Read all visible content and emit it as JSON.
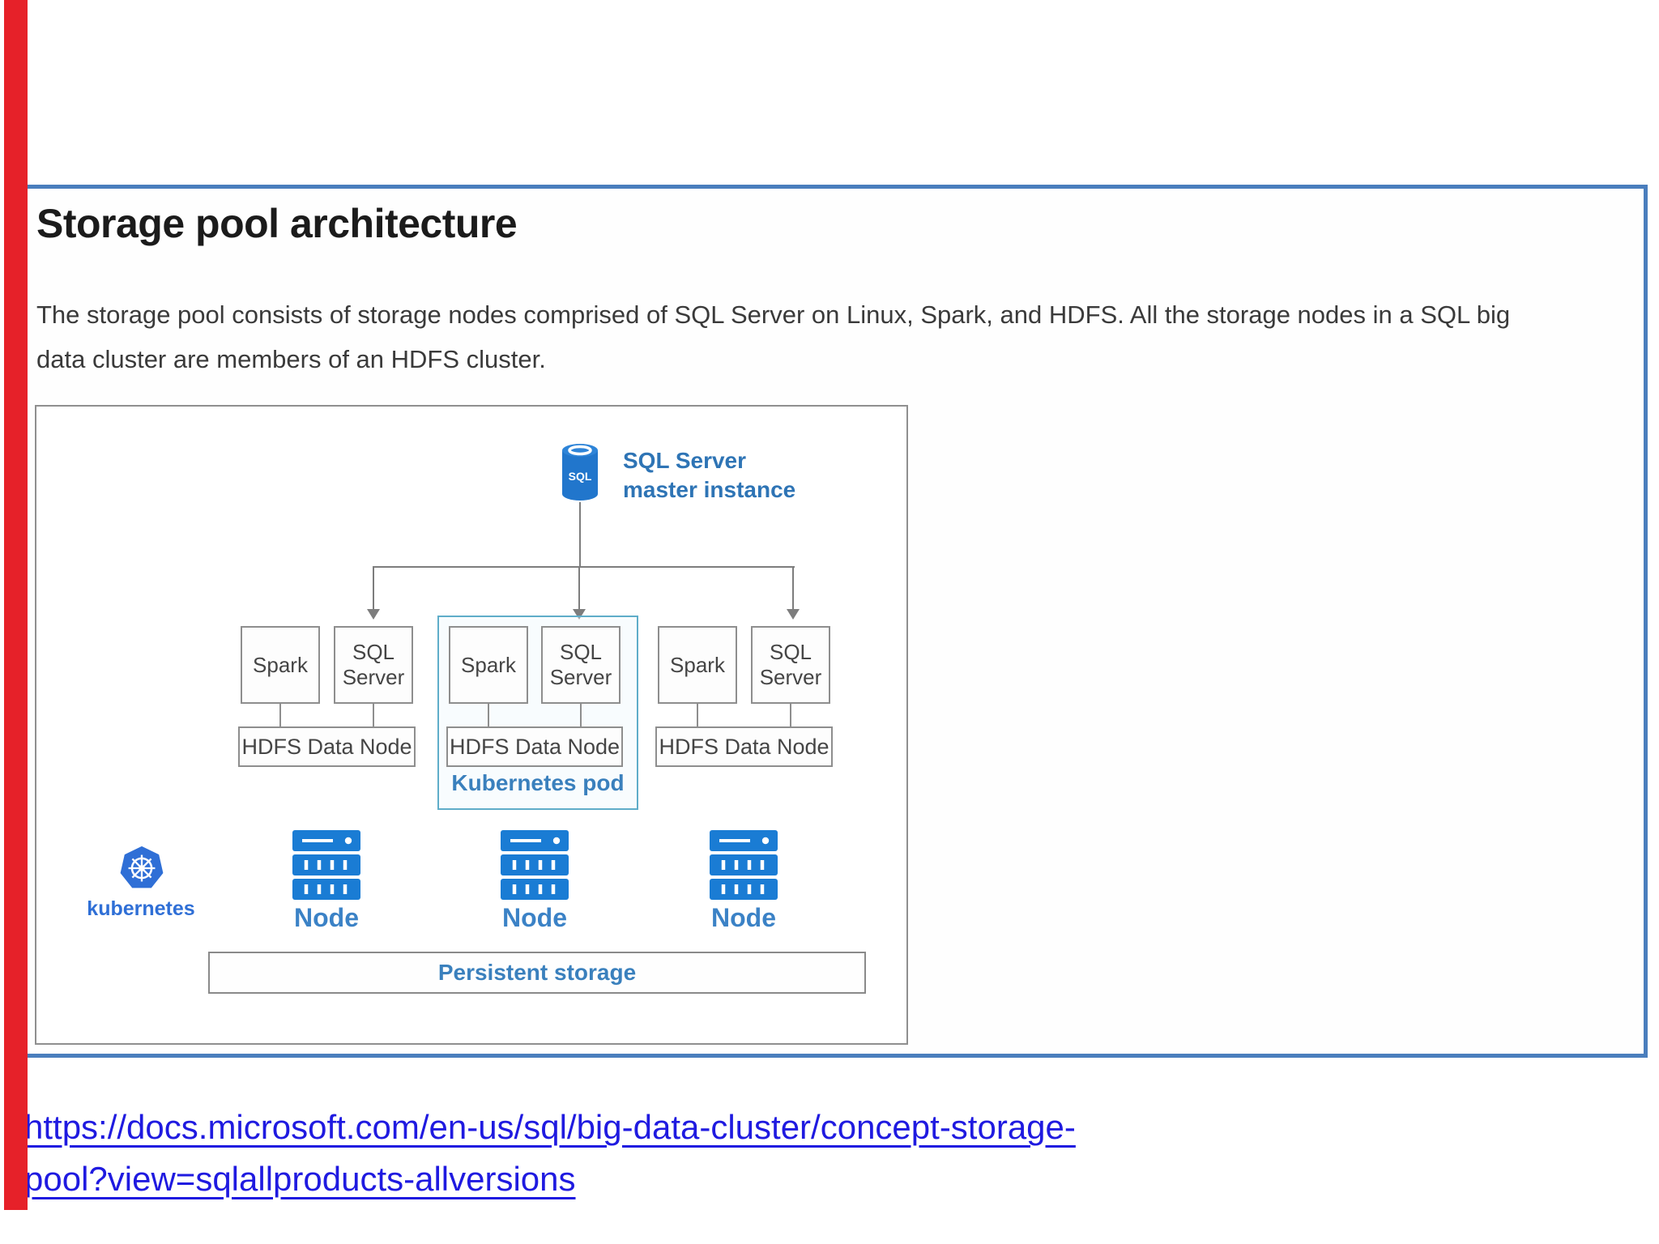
{
  "page": {
    "title": "Storage pool architecture",
    "paragraph_line1": "The storage pool consists of storage nodes comprised of SQL Server on Linux, Spark, and HDFS. All the storage nodes in a SQL big",
    "paragraph_line2": "data cluster are members of an HDFS cluster."
  },
  "diagram": {
    "master": {
      "icon": "sql-server-cylinder-icon",
      "icon_text": "SQL",
      "label_line1": "SQL Server",
      "label_line2": "master instance"
    },
    "groups": [
      {
        "spark_label": "Spark",
        "sqlserver_label": "SQL Server",
        "hdfs_label": "HDFS Data Node"
      },
      {
        "spark_label": "Spark",
        "sqlserver_label": "SQL Server",
        "hdfs_label": "HDFS Data Node"
      },
      {
        "spark_label": "Spark",
        "sqlserver_label": "SQL Server",
        "hdfs_label": "HDFS Data Node"
      }
    ],
    "pod_label": "Kubernetes pod",
    "kubernetes_label": "kubernetes",
    "node_labels": [
      "Node",
      "Node",
      "Node"
    ],
    "persistent_storage_label": "Persistent storage"
  },
  "link": {
    "line1": "https://docs.microsoft.com/en-us/sql/big-data-cluster/concept-storage-",
    "line2": "pool?view=sqlallproducts-allversions",
    "url": "https://docs.microsoft.com/en-us/sql/big-data-cluster/concept-storage-pool?view=sqlallproducts-allversions"
  },
  "colors": {
    "red_edge_bar": "#e62129",
    "panel_border_blue": "#4a7ebd",
    "diagram_label_blue": "#2e74b5",
    "node_icon_blue": "#1a7cd4",
    "kubernetes_blue": "#2f6fd6",
    "pod_border_teal": "#5fadc9",
    "link_blue": "#1f1ae0",
    "line_gray": "#7d7d7d"
  }
}
